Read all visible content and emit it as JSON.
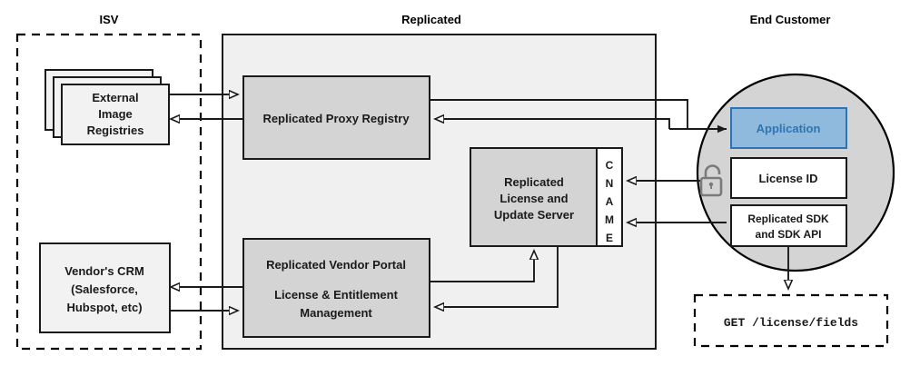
{
  "zones": {
    "isv": {
      "title": "ISV"
    },
    "replicated": {
      "title": "Replicated"
    },
    "end_customer": {
      "title": "End Customer"
    }
  },
  "nodes": {
    "external_registries": {
      "line1": "External",
      "line2": "Image",
      "line3": "Registries"
    },
    "vendor_crm": {
      "line1": "Vendor's CRM",
      "line2": "(Salesforce,",
      "line3": "Hubspot, etc)"
    },
    "proxy_registry": {
      "label": "Replicated Proxy Registry"
    },
    "license_update_server": {
      "line1": "Replicated",
      "line2": "License and",
      "line3": "Update Server"
    },
    "cname": {
      "letters": [
        "C",
        "N",
        "A",
        "M",
        "E"
      ]
    },
    "vendor_portal": {
      "line1": "Replicated Vendor Portal",
      "line2": "License & Entitlement",
      "line3": "Management"
    },
    "application": {
      "label": "Application"
    },
    "license_id": {
      "label": "License ID"
    },
    "sdk": {
      "line1": "Replicated SDK",
      "line2": "and SDK API"
    },
    "api_call": {
      "label": "GET /license/fields"
    },
    "lock": {
      "name": "unlocked-padlock"
    }
  },
  "colors": {
    "panel_fill": "#f0f0f0",
    "node_gray": "#d4d4d4",
    "node_light": "#f2f2f2",
    "accent_blue_fill": "#8fbadd",
    "accent_blue_stroke": "#2e74b5",
    "circle_fill": "#d4d4d4",
    "stroke": "#1a1a1a",
    "lock_gray": "#7a7a7a"
  }
}
